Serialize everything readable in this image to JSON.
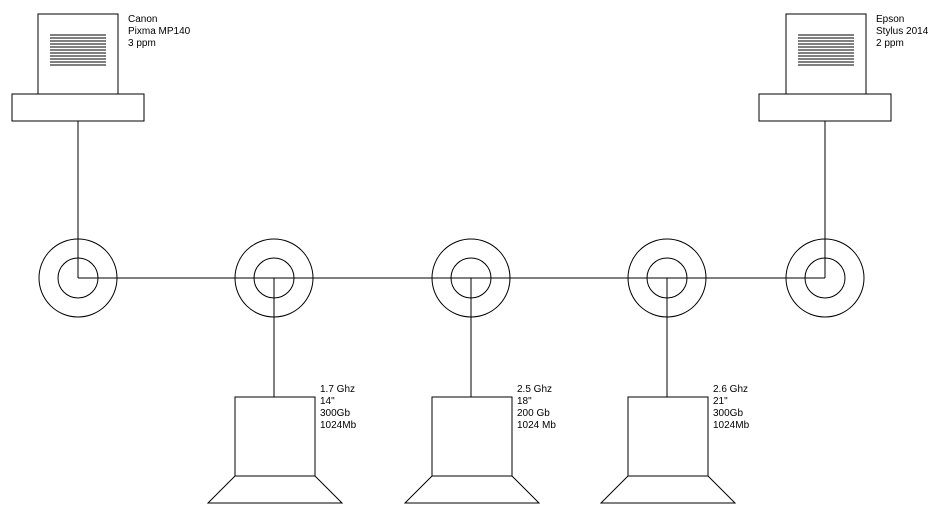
{
  "printers": [
    {
      "name_line1": "Canon",
      "name_line2": "Pixma MP140",
      "speed": "3 ppm"
    },
    {
      "name_line1": "Epson",
      "name_line2": "Stylus 2014",
      "speed": "2 ppm"
    }
  ],
  "computers": [
    {
      "cpu": "1.7 Ghz",
      "monitor": "14\"",
      "disk": "300Gb",
      "ram": "1024Mb"
    },
    {
      "cpu": "2.5 Ghz",
      "monitor": "18\"",
      "disk": "200 Gb",
      "ram": "1024 Mb"
    },
    {
      "cpu": "2.6 Ghz",
      "monitor": "21\"",
      "disk": "300Gb",
      "ram": "1024Mb"
    }
  ]
}
